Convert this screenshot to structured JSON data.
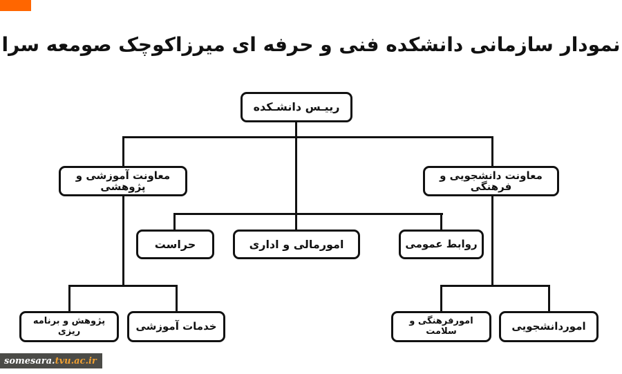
{
  "header": {
    "title": "نمودار سازمانی  دانشکده فنی و حرفه ای میرزاکوچک صومعه سرا"
  },
  "org_chart": {
    "root": {
      "label": "رییـس دانشـکده"
    },
    "level2": [
      {
        "id": "education-research-deputy",
        "label": "معاونت آموزشی و پژوهشی"
      },
      {
        "id": "student-cultural-deputy",
        "label": "معاونت دانشجویی و فرهنگی"
      }
    ],
    "level3": [
      {
        "id": "security",
        "label": "حراست"
      },
      {
        "id": "finance-admin",
        "label": "امورمالی و اداری"
      },
      {
        "id": "public-relations",
        "label": "روابط عمومی"
      }
    ],
    "level4": [
      {
        "id": "research-planning",
        "label": "پژوهش و برنامه ریزی"
      },
      {
        "id": "educational-services",
        "label": "خدمات آموزشی"
      },
      {
        "id": "cultural-health-affairs",
        "label": "امورفرهنگی و سلامت"
      },
      {
        "id": "student-affairs",
        "label": "اموردانشجویی"
      }
    ]
  },
  "watermark": {
    "site": "somesara.",
    "domain": "tvu.ac.ir"
  },
  "colors": {
    "accent_orange": "#ff6600",
    "line_black": "#111111",
    "watermark_bg": "#4b4b47",
    "watermark_site": "#fdfdfd",
    "watermark_domain": "#f0a032"
  }
}
